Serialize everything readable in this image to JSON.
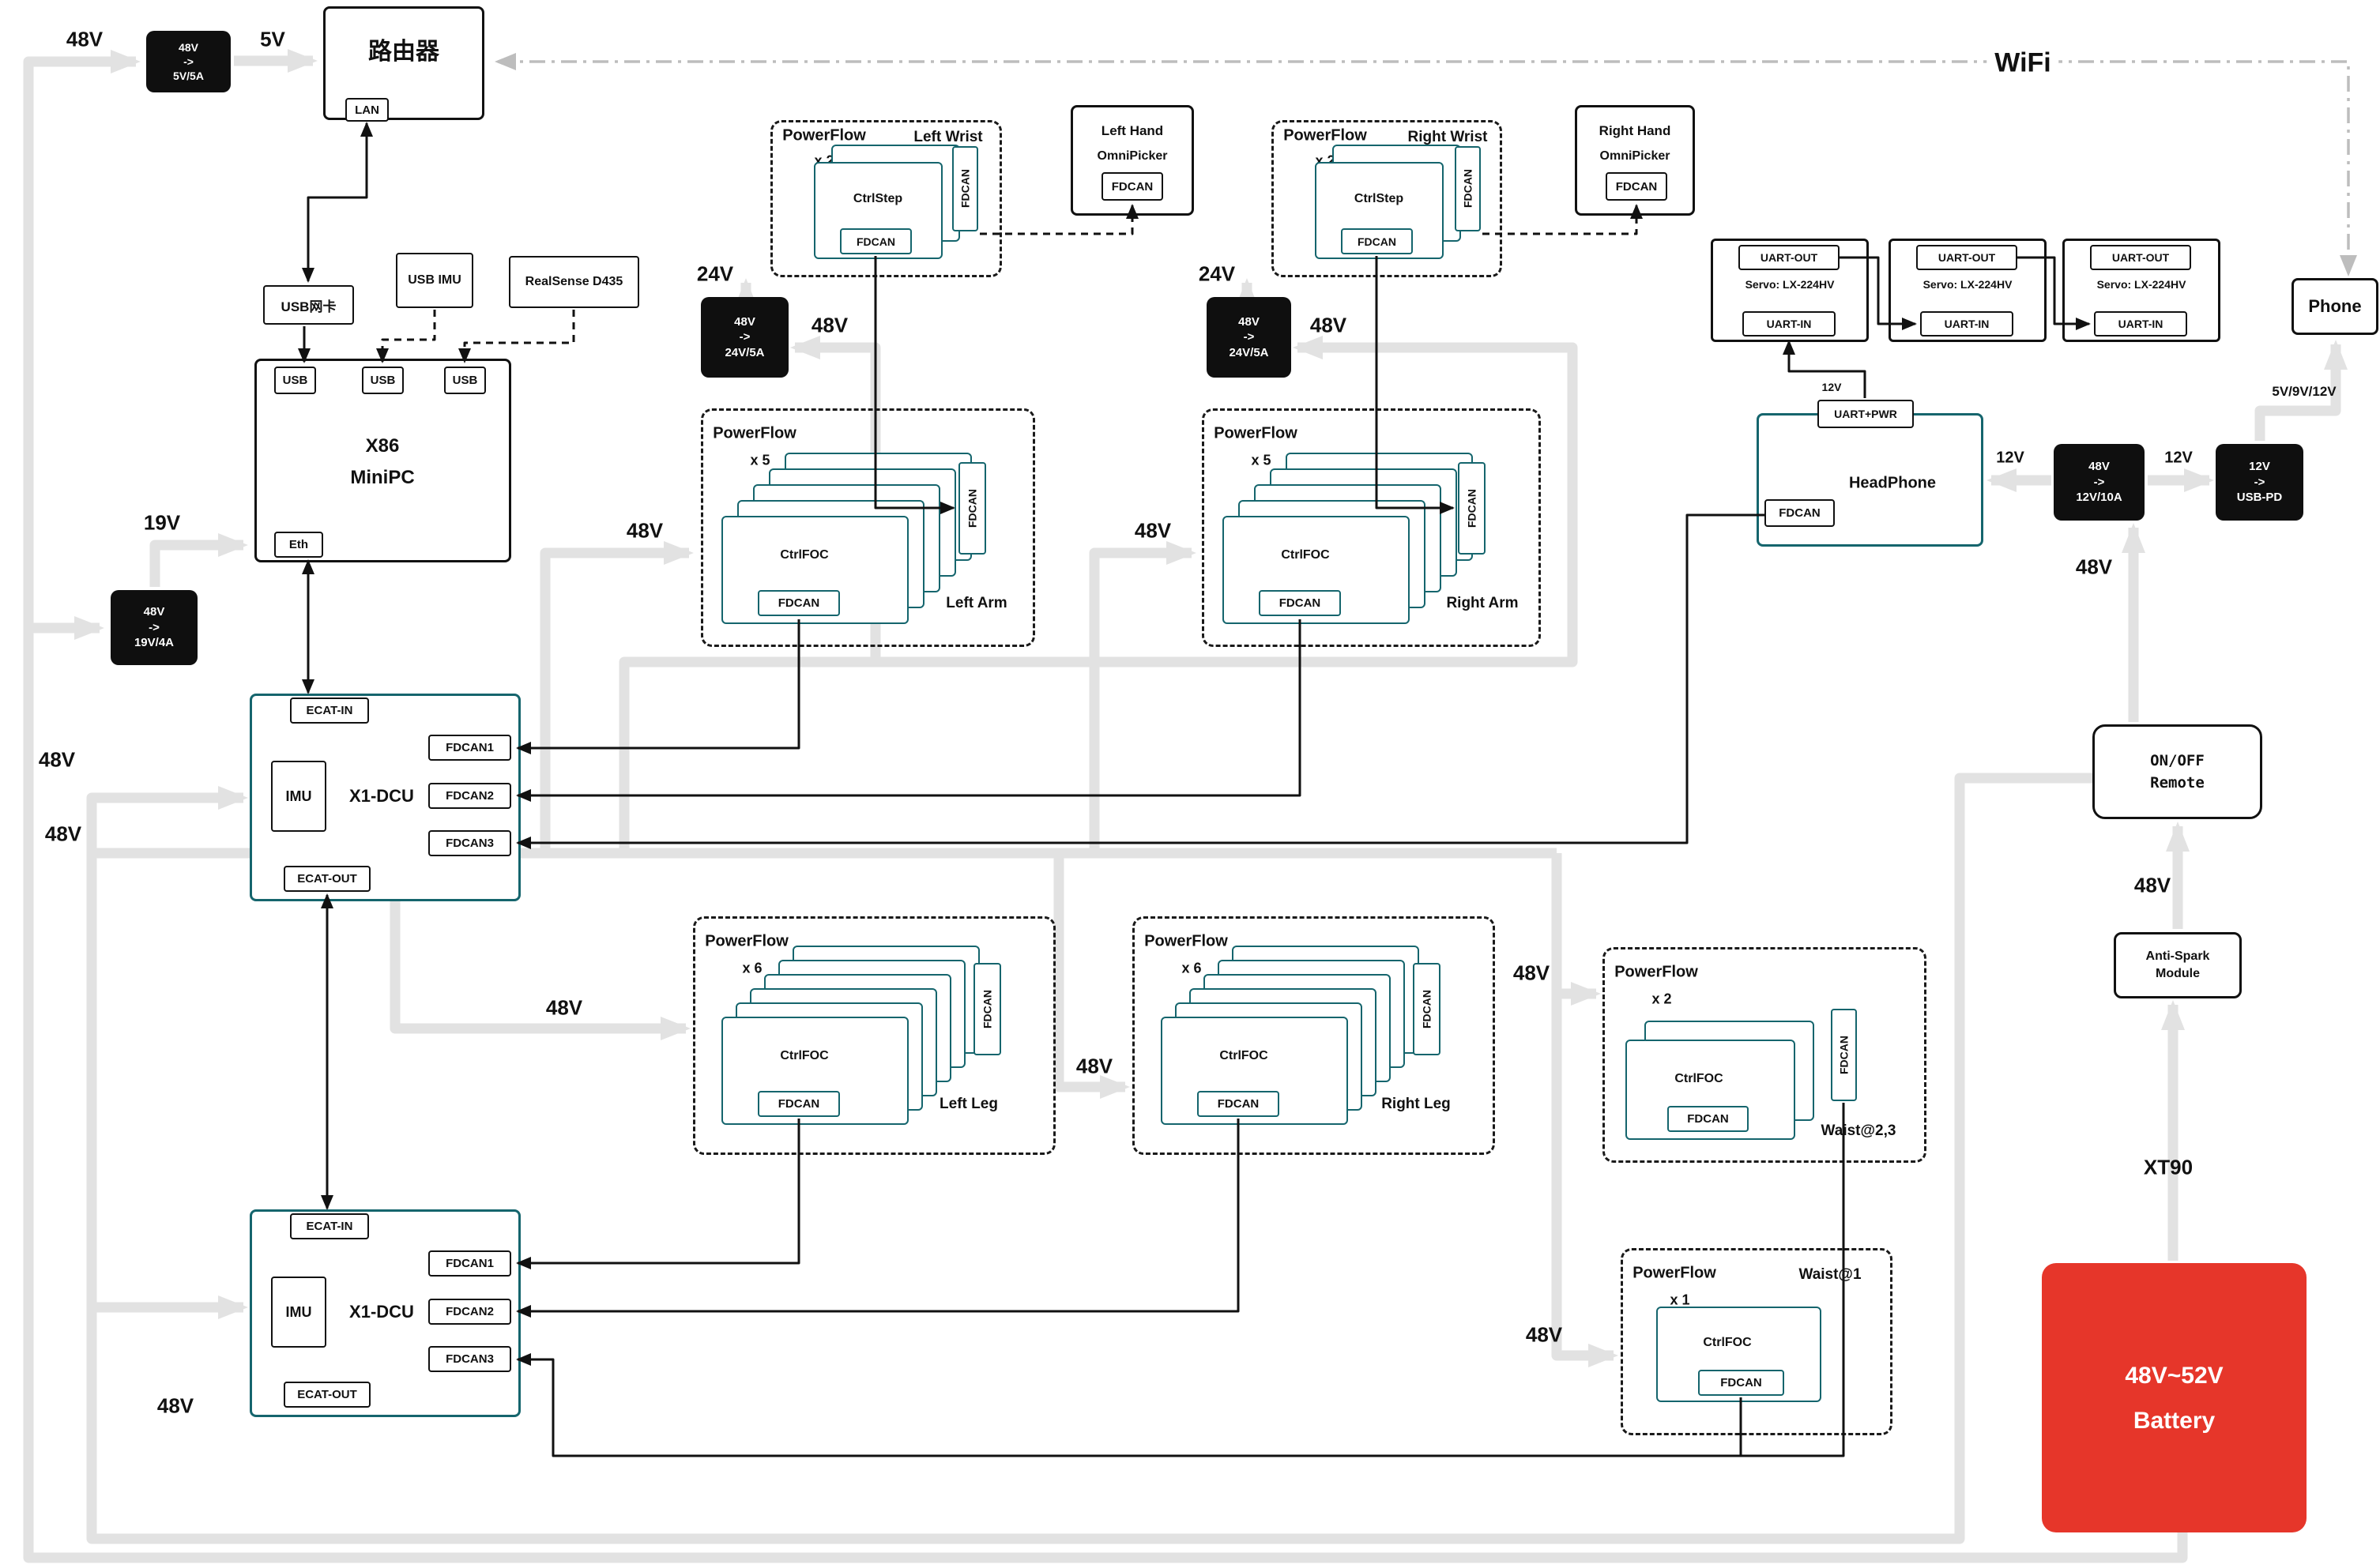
{
  "c": {
    "fdcan": "FDCAN",
    "ctrlfoc": "CtrlFOC",
    "ctrlstep": "CtrlStep",
    "powerflow": "PowerFlow",
    "usb": "USB",
    "uart_out": "UART-OUT",
    "uart_in": "UART-IN"
  },
  "labels": {
    "v48": "48V",
    "v5": "5V",
    "v19": "19V",
    "v24": "24V",
    "v12": "12V",
    "multi": "5V/9V/12V",
    "xt90": "XT90",
    "wifi": "WiFi"
  },
  "router": {
    "title": "路由器",
    "lan": "LAN"
  },
  "converters": {
    "c5": {
      "in": "48V",
      "arrow": "->",
      "out": "5V/5A"
    },
    "c19": {
      "in": "48V",
      "arrow": "->",
      "out": "19V/4A"
    },
    "c24": {
      "in": "48V",
      "arrow": "->",
      "out": "24V/5A"
    },
    "c12": {
      "in": "48V",
      "arrow": "->",
      "out": "12V/10A"
    },
    "cpd": {
      "in": "12V",
      "arrow": "->",
      "out": "USB-PD"
    }
  },
  "pc": {
    "l1": "X86",
    "l2": "MiniPC",
    "eth": "Eth",
    "nic": "USB网卡",
    "imu": "USB IMU",
    "realsense": "RealSense D435"
  },
  "dcu": {
    "title": "X1-DCU",
    "imu": "IMU",
    "ecat_in": "ECAT-IN",
    "ecat_out": "ECAT-OUT",
    "fdcan1": "FDCAN1",
    "fdcan2": "FDCAN2",
    "fdcan3": "FDCAN3"
  },
  "groups": {
    "left_wrist": {
      "count": "x 2",
      "label": "Left Wrist"
    },
    "right_wrist": {
      "count": "x 2",
      "label": "Right Wrist"
    },
    "left_arm": {
      "count": "x 5",
      "label": "Left Arm"
    },
    "right_arm": {
      "count": "x 5",
      "label": "Right Arm"
    },
    "left_leg": {
      "count": "x 6",
      "label": "Left Leg"
    },
    "right_leg": {
      "count": "x 6",
      "label": "Right Leg"
    },
    "waist23": {
      "count": "x 2",
      "label": "Waist@2,3"
    },
    "waist1": {
      "count": "x 1",
      "label": "Waist@1"
    }
  },
  "hands": {
    "left": {
      "l1": "Left Hand",
      "l2": "OmniPicker"
    },
    "right": {
      "l1": "Right Hand",
      "l2": "OmniPicker"
    }
  },
  "servo": {
    "name": "Servo: LX-224HV"
  },
  "headphone": {
    "title": "HeadPhone",
    "uart_pwr": "UART+PWR"
  },
  "phone": {
    "label": "Phone"
  },
  "remote": {
    "l1": "ON/OFF",
    "l2": "Remote"
  },
  "antispark": {
    "l1": "Anti-Spark",
    "l2": "Module"
  },
  "battery": {
    "l1": "48V~52V",
    "l2": "Battery"
  }
}
